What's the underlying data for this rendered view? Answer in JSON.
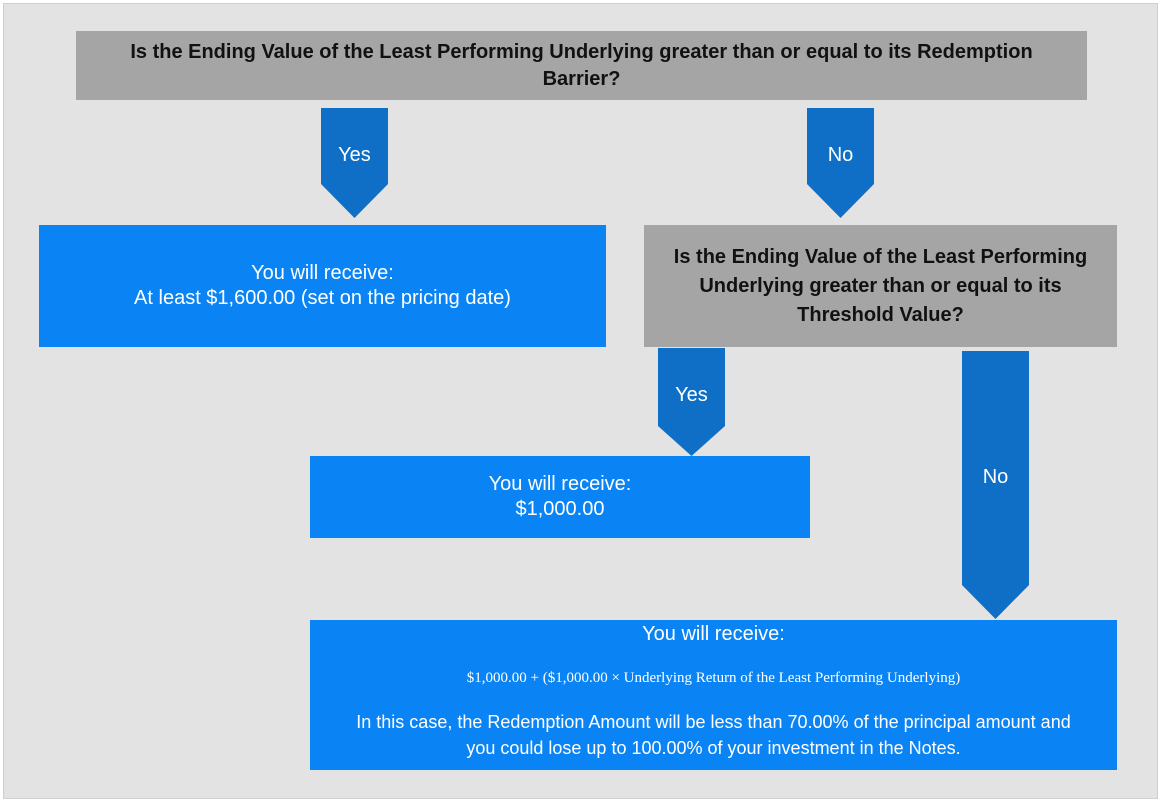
{
  "colors": {
    "background": "#e3e3e3",
    "question_box": "#a5a5a5",
    "result_box": "#0a84f4",
    "arrow": "#0f6fc6"
  },
  "question1": {
    "line1": "Is the Ending Value of the Least Performing Underlying greater than or equal to its Redemption",
    "line2": "Barrier?"
  },
  "arrow1_yes": {
    "label": "Yes"
  },
  "arrow1_no": {
    "label": "No"
  },
  "result_at_least": {
    "line1": "You will receive:",
    "line2": "At least $1,600.00 (set on the pricing date)"
  },
  "question2": {
    "line1": "Is the Ending Value of the Least Performing",
    "line2": "Underlying greater than or equal to its",
    "line3": "Threshold Value?"
  },
  "arrow2_yes": {
    "label": "Yes"
  },
  "arrow2_no": {
    "label": "No"
  },
  "result_principal": {
    "line1": "You will receive:",
    "line2": "$1,000.00"
  },
  "result_loss": {
    "heading": "You will receive:",
    "formula": "$1,000.00 + ($1,000.00 × Underlying Return of the Least Performing Underlying)",
    "note_line1": "In this case, the Redemption Amount will be less than 70.00% of the principal amount and",
    "note_line2": "you could lose up to 100.00% of your investment in the Notes."
  }
}
